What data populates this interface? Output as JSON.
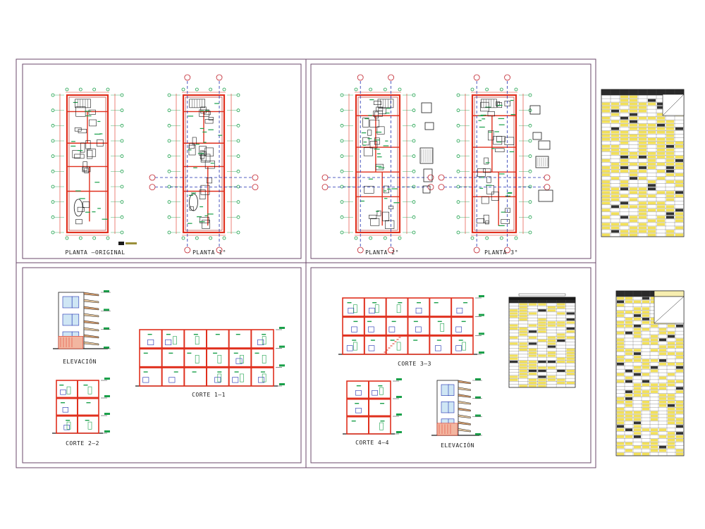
{
  "colors": {
    "frame": "#6b4a6b",
    "wall": "#e0301e",
    "wall_dark": "#b01a10",
    "axis": "#1f2fb0",
    "bubble": "#c0202a",
    "dim": "#1aa04a",
    "yellow": "#f2e05a",
    "text": "#1a1a1a"
  },
  "sheets": {
    "sheet1": {
      "plan_original": "PLANTA –ORIGINAL",
      "plan_1": "PLANTA 1°"
    },
    "sheet2": {
      "plan_2": "PLANTA 2°",
      "plan_3": "PLANTA 3°"
    },
    "sheet3": {
      "elevation": "ELEVACIÓN",
      "section_1": "CORTE 1–1",
      "section_2": "CORTE 2–2"
    },
    "sheet4": {
      "section_3": "CORTE 3–3",
      "section_4": "CORTE 4–4",
      "elevation": "ELEVACIÓN"
    }
  }
}
